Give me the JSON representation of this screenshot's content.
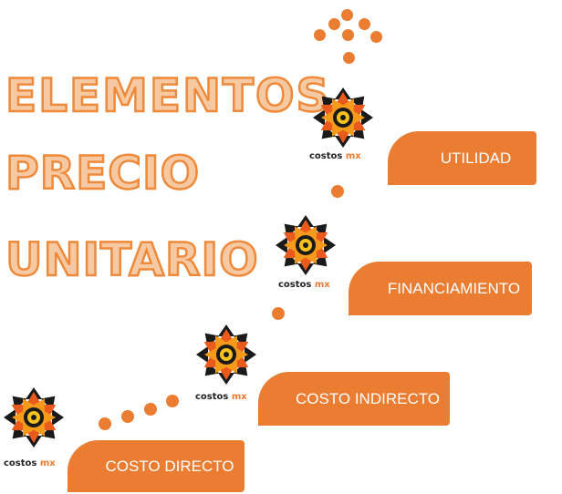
{
  "title": {
    "line1": "ELEMENTOS",
    "line2": "PRECIO",
    "line3": "UNITARIO"
  },
  "brand": {
    "name": "costos",
    "suffix": "mx"
  },
  "steps": [
    {
      "label": "COSTO DIRECTO"
    },
    {
      "label": "COSTO INDIRECTO"
    },
    {
      "label": "FINANCIAMIENTO"
    },
    {
      "label": "UTILIDAD"
    }
  ],
  "icons": {
    "logo": "starburst-logo-icon",
    "dots": "dot-trail"
  },
  "colors": {
    "accent": "#ea7d31",
    "title_fill": "#f6c9a3",
    "title_stroke": "#ee8a3a",
    "logo_dark": "#1a1a1a",
    "logo_yellow": "#f7c21b"
  }
}
